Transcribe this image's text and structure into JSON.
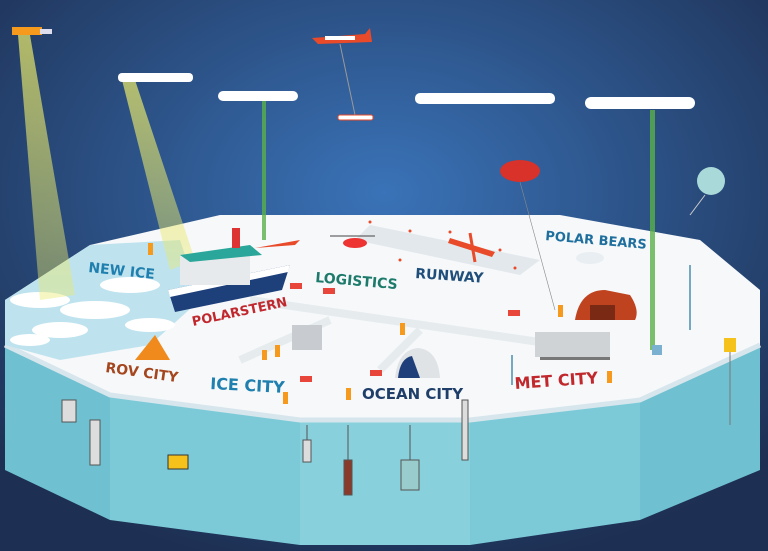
{
  "labels": {
    "new_ice": "NEW ICE",
    "polarstern": "POLARSTERN",
    "logistics": "LOGISTICS",
    "runway": "RUNWAY",
    "polar_bears": "POLAR BEARS",
    "rov_city": "ROV CITY",
    "ice_city": "ICE CITY",
    "ocean_city": "OCEAN CITY",
    "met_city": "MET CITY"
  },
  "colors": {
    "sky_center": "#3a73b8",
    "sky_edge": "#1d2f52",
    "ice_surface": "#f6f8fa",
    "water": "#7cc7d6",
    "label_blue": "#1f7fae",
    "label_red": "#c0282d",
    "label_green": "#1e7b6b",
    "label_navy": "#1f3f6a",
    "label_brown": "#a5461e",
    "orange": "#f59a1c"
  },
  "icons": [
    "satellite-icon",
    "airplane-icon",
    "cloud-icon",
    "balloon-icon",
    "weather-balloon-icon",
    "helicopter-icon",
    "ship-icon",
    "hangar-icon",
    "container-icon",
    "tent-icon",
    "dome-tent-icon",
    "person-icon",
    "snowmobile-icon",
    "polar-bear-icon",
    "buoy-icon",
    "rov-icon",
    "mast-icon"
  ]
}
